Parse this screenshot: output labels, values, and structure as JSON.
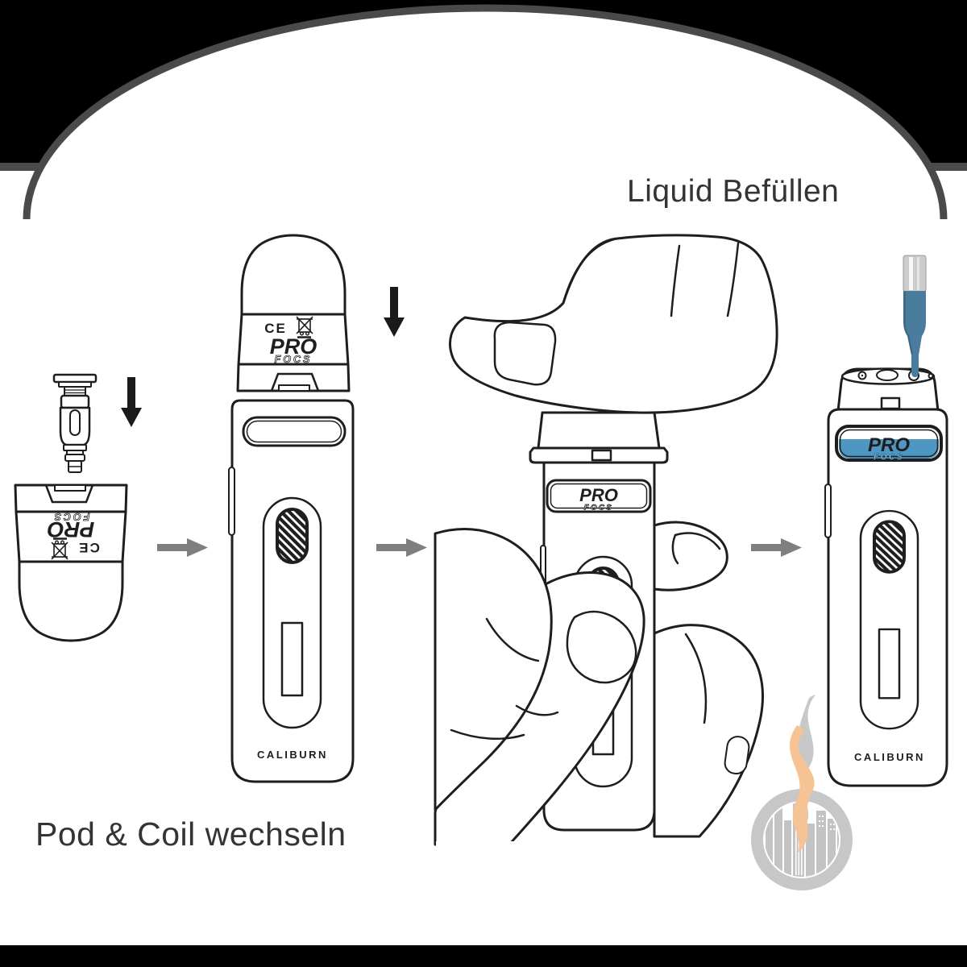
{
  "titles": {
    "liquid_fill": "Liquid Befüllen",
    "pod_coil": "Pod & Coil wechseln"
  },
  "branding": {
    "pro": "PRO",
    "focs": "FOCS",
    "caliburn": "CALIBURN",
    "ce_mark": "CE"
  },
  "steps": [
    {
      "name": "insert-coil-into-pod"
    },
    {
      "name": "insert-pod-into-device"
    },
    {
      "name": "pull-pod-out-of-device"
    },
    {
      "name": "fill-pod-with-liquid"
    }
  ],
  "colors": {
    "ink": "#1e1e1e",
    "title-ink": "#343434",
    "band-black": "#000000",
    "dome-stroke": "#4a4a4a",
    "arrow-gray": "#7f7f7f",
    "black-arrow": "#1a1a1a",
    "liquid-blue": "#4e97c2",
    "dropper-blue": "#4a7c9d",
    "dropper-blue-dark": "#3a6684",
    "dropper-silver": "#cccccc",
    "flame-orange": "#f6c395",
    "smoke-gray": "#c8c8c8",
    "logo-ring-gray": "#c7c7c7",
    "skyline-gray": "#c3c3c3"
  }
}
